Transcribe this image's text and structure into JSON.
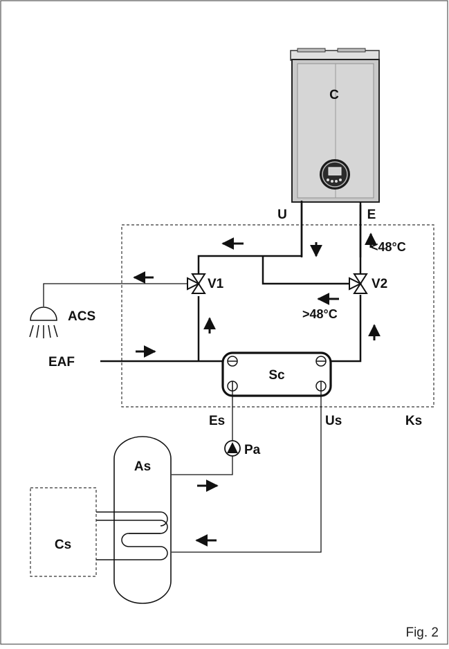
{
  "figure": {
    "caption": "Fig. 2"
  },
  "labels": {
    "boiler": "C",
    "outlet": "U",
    "inlet": "E",
    "temp_low": "<48°C",
    "temp_high": ">48°C",
    "valve1": "V1",
    "valve2": "V2",
    "dhw": "ACS",
    "cold_water": "EAF",
    "heat_exchanger": "Sc",
    "exchanger_inlet": "Es",
    "exchanger_outlet": "Us",
    "kit": "Ks",
    "pump": "Pa",
    "storage_tank": "As",
    "collector": "Cs"
  },
  "colors": {
    "line": "#111111",
    "boiler_body": "#c9c9c9",
    "boiler_panel": "#d8d8d8",
    "boiler_edge": "#9a9a9a"
  }
}
